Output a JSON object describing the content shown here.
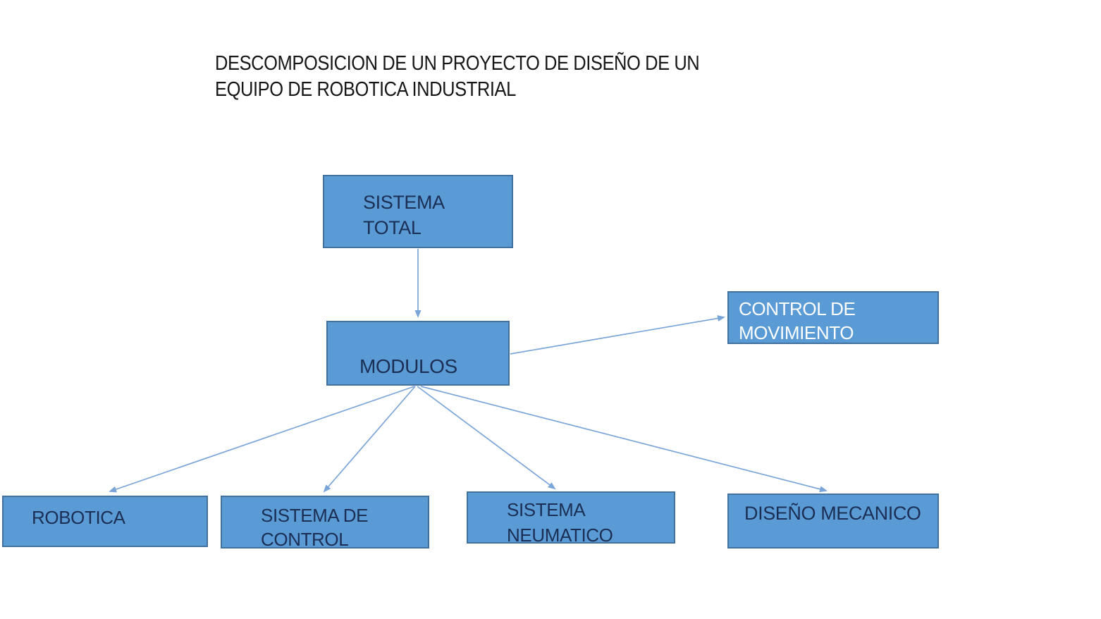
{
  "title": {
    "line1": "DESCOMPOSICION DE UN PROYECTO DE DISEÑO DE UN",
    "line2": "EQUIPO DE ROBOTICA INDUSTRIAL"
  },
  "colors": {
    "node_fill": "#5b9bd5",
    "node_border": "#41719c",
    "node_text_dark": "#1b2f54",
    "node_text_light": "#ffffff",
    "arrow": "#7aa5d8",
    "title_text": "#161616",
    "page_bg": "#ffffff"
  },
  "diagram": {
    "nodes": [
      {
        "id": "sistema-total",
        "lines": [
          "SISTEMA",
          "TOTAL"
        ]
      },
      {
        "id": "modulos",
        "lines": [
          "MODULOS"
        ]
      },
      {
        "id": "control-de-movimiento",
        "lines": [
          "CONTROL DE",
          "MOVIMIENTO"
        ]
      },
      {
        "id": "robotica",
        "lines": [
          "ROBOTICA"
        ]
      },
      {
        "id": "sistema-de-control",
        "lines": [
          "SISTEMA DE",
          "CONTROL"
        ]
      },
      {
        "id": "sistema-neumatico",
        "lines": [
          "SISTEMA",
          "NEUMATICO"
        ]
      },
      {
        "id": "diseno-mecanico",
        "lines": [
          "DISEÑO MECANICO"
        ]
      }
    ],
    "edges": [
      {
        "from": "sistema-total",
        "to": "modulos"
      },
      {
        "from": "modulos",
        "to": "control-de-movimiento"
      },
      {
        "from": "modulos",
        "to": "robotica"
      },
      {
        "from": "modulos",
        "to": "sistema-de-control"
      },
      {
        "from": "modulos",
        "to": "sistema-neumatico"
      },
      {
        "from": "modulos",
        "to": "diseno-mecanico"
      }
    ]
  }
}
